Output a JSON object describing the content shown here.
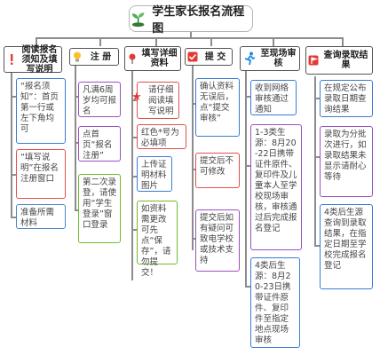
{
  "title": "学生家长报名流程图",
  "columns": [
    {
      "header": "阅读报名须知及填写说明",
      "icon": "exclamation-icon",
      "boxes": [
        "“报名须知”：首页第一行或左下角均可",
        "“填写说明”在报名注册窗口",
        "准备所需材料"
      ]
    },
    {
      "header": "注 册",
      "icon": "lightbulb-icon",
      "boxes": [
        "凡满6周岁均可报名",
        "点首页“报名注册”",
        "第二次录登，请使用“学生登录”窗口登录"
      ]
    },
    {
      "header": "填写详细资料",
      "icon": "pin-icon",
      "boxes": [
        "请仔细阅读填写说明",
        "红色*号为必填项",
        "上传证明材料图片",
        "如资料需更改可先点“保存”，请勿提交！"
      ]
    },
    {
      "header": "提 交",
      "icon": "check-icon",
      "boxes": [
        "确认资料无误后，点“提交审核”",
        "提交后不可修改",
        "提交后如有疑问可致电学校或技术支持"
      ]
    },
    {
      "header": "至现场审核",
      "icon": "running-person-icon",
      "boxes": [
        "收到网络审核通过通知",
        "1-3类生源：8月20-22日携带证件原件、复印件及儿童本人至学校现场审核，审核通过后完成报名登记",
        "4类后生源：8月20-23日携带证件原件、复印件至指定地点现场审核"
      ]
    },
    {
      "header": "查询录取结果",
      "icon": "flag-icon",
      "boxes": [
        "在规定公布录取日期查询结果",
        "录取为分批次进行，如录取结果未显示请耐心等待",
        "4类后生源查询到录取结果，在指定日期至学校完成报名登记"
      ]
    }
  ]
}
